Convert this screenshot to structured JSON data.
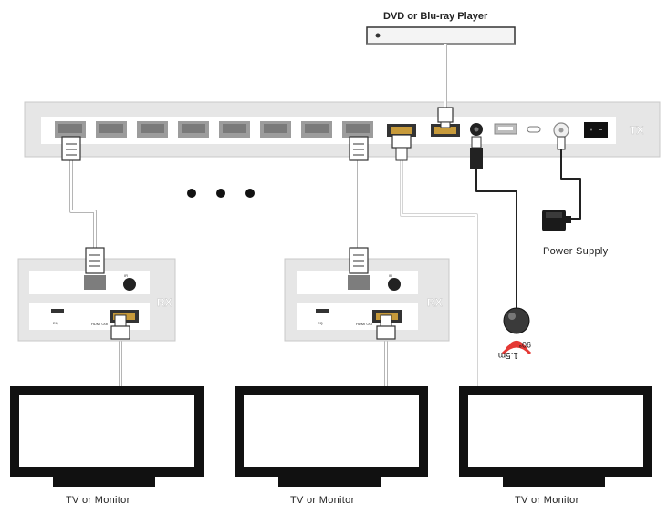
{
  "source": {
    "label": "DVD or Blu-ray Player"
  },
  "transmitter": {
    "badge": "TX",
    "rj45_port_count": 8
  },
  "receivers": [
    {
      "badge": "RX",
      "eq_label": "EQ",
      "hdmi_label": "HDMI Out",
      "ir_label": "IR"
    },
    {
      "badge": "RX",
      "eq_label": "EQ",
      "hdmi_label": "HDMI Out",
      "ir_label": "IR"
    }
  ],
  "power_supply": {
    "label": "Power Supply"
  },
  "ir_sensor": {
    "angle_label": "90°",
    "range_label": "1.5m"
  },
  "displays": [
    {
      "label": "TV or Monitor"
    },
    {
      "label": "TV or Monitor"
    },
    {
      "label": "TV or Monitor"
    }
  ],
  "ellipsis_dot_count": 3,
  "colors": {
    "panel": "#e6e6e6",
    "port": "#9c9c9c",
    "hdmi": "#c79a3a",
    "cable": "#c9c9c9",
    "screen": "#111111"
  }
}
